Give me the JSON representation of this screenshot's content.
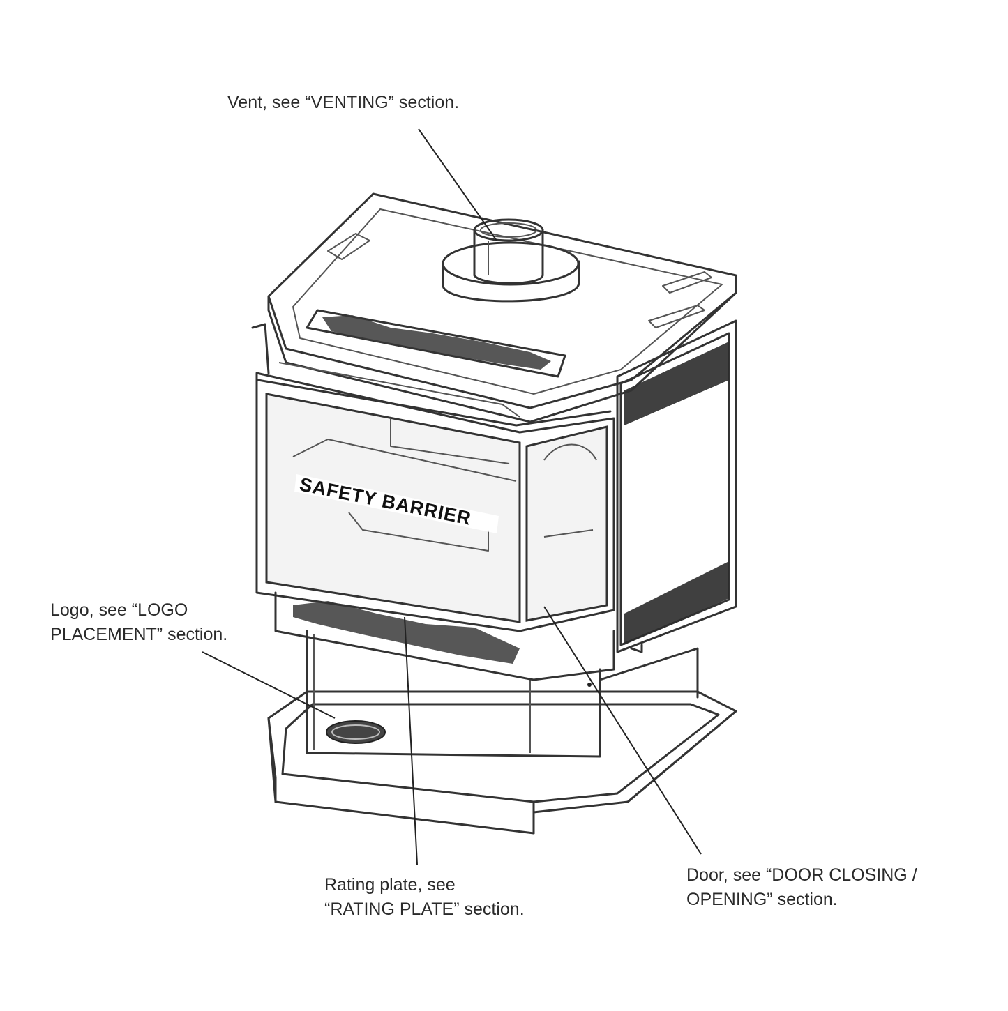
{
  "callouts": {
    "vent": {
      "lines": [
        "Vent, see “VENTING” section."
      ]
    },
    "logo": {
      "lines": [
        "Logo, see “LOGO",
        "PLACEMENT” section."
      ]
    },
    "rating_plate": {
      "lines": [
        "Rating plate, see",
        "“RATING PLATE” section."
      ]
    },
    "door": {
      "lines": [
        "Door, see “DOOR CLOSING /",
        "OPENING” section."
      ]
    }
  },
  "stove": {
    "barrier_label": "SAFETY BARRIER"
  },
  "colors": {
    "line": "#333333",
    "background": "#ffffff"
  }
}
